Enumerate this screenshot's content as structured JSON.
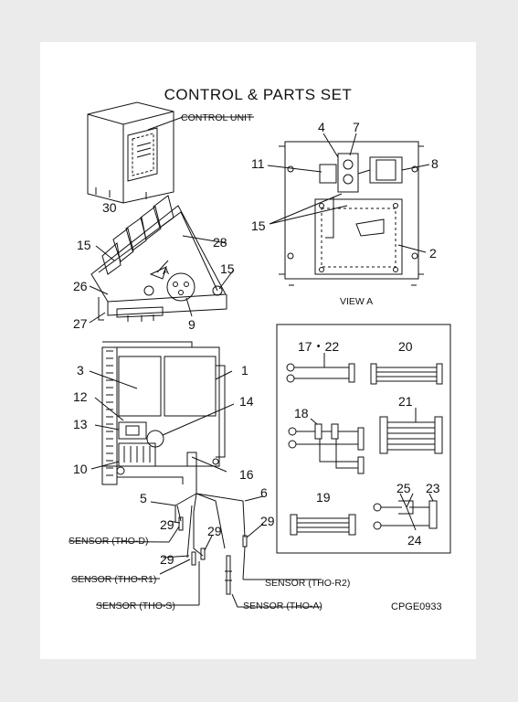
{
  "title": "CONTROL & PARTS SET",
  "drawing_code": "CPGE0933",
  "captions": {
    "control_unit": "CONTROL UNIT",
    "view_a": "VIEW A",
    "arrow_a": "A",
    "sensor_thod": "SENSOR (THO-D)",
    "sensor_thor1": "SENSOR (THO-R1)",
    "sensor_thos": "SENSOR (THO-S)",
    "sensor_thor2": "SENSOR (THO-R2)",
    "sensor_thoa": "SENSOR (THO-A)"
  },
  "callouts": {
    "n30": "30",
    "n4": "4",
    "n7": "7",
    "n11": "11",
    "n8": "8",
    "n15a": "15",
    "n2": "2",
    "n15b": "15",
    "n28": "28",
    "n15c": "15",
    "n26": "26",
    "n27": "27",
    "n9": "9",
    "n3": "3",
    "n1": "1",
    "n12": "12",
    "n14": "14",
    "n13": "13",
    "n10": "10",
    "n16": "16",
    "n5": "5",
    "n6": "6",
    "n29a": "29",
    "n29b": "29",
    "n29c": "29",
    "n29d": "29",
    "n1722": "17・22",
    "n20": "20",
    "n18": "18",
    "n21": "21",
    "n19": "19",
    "n25": "25",
    "n23": "23",
    "n24": "24"
  }
}
